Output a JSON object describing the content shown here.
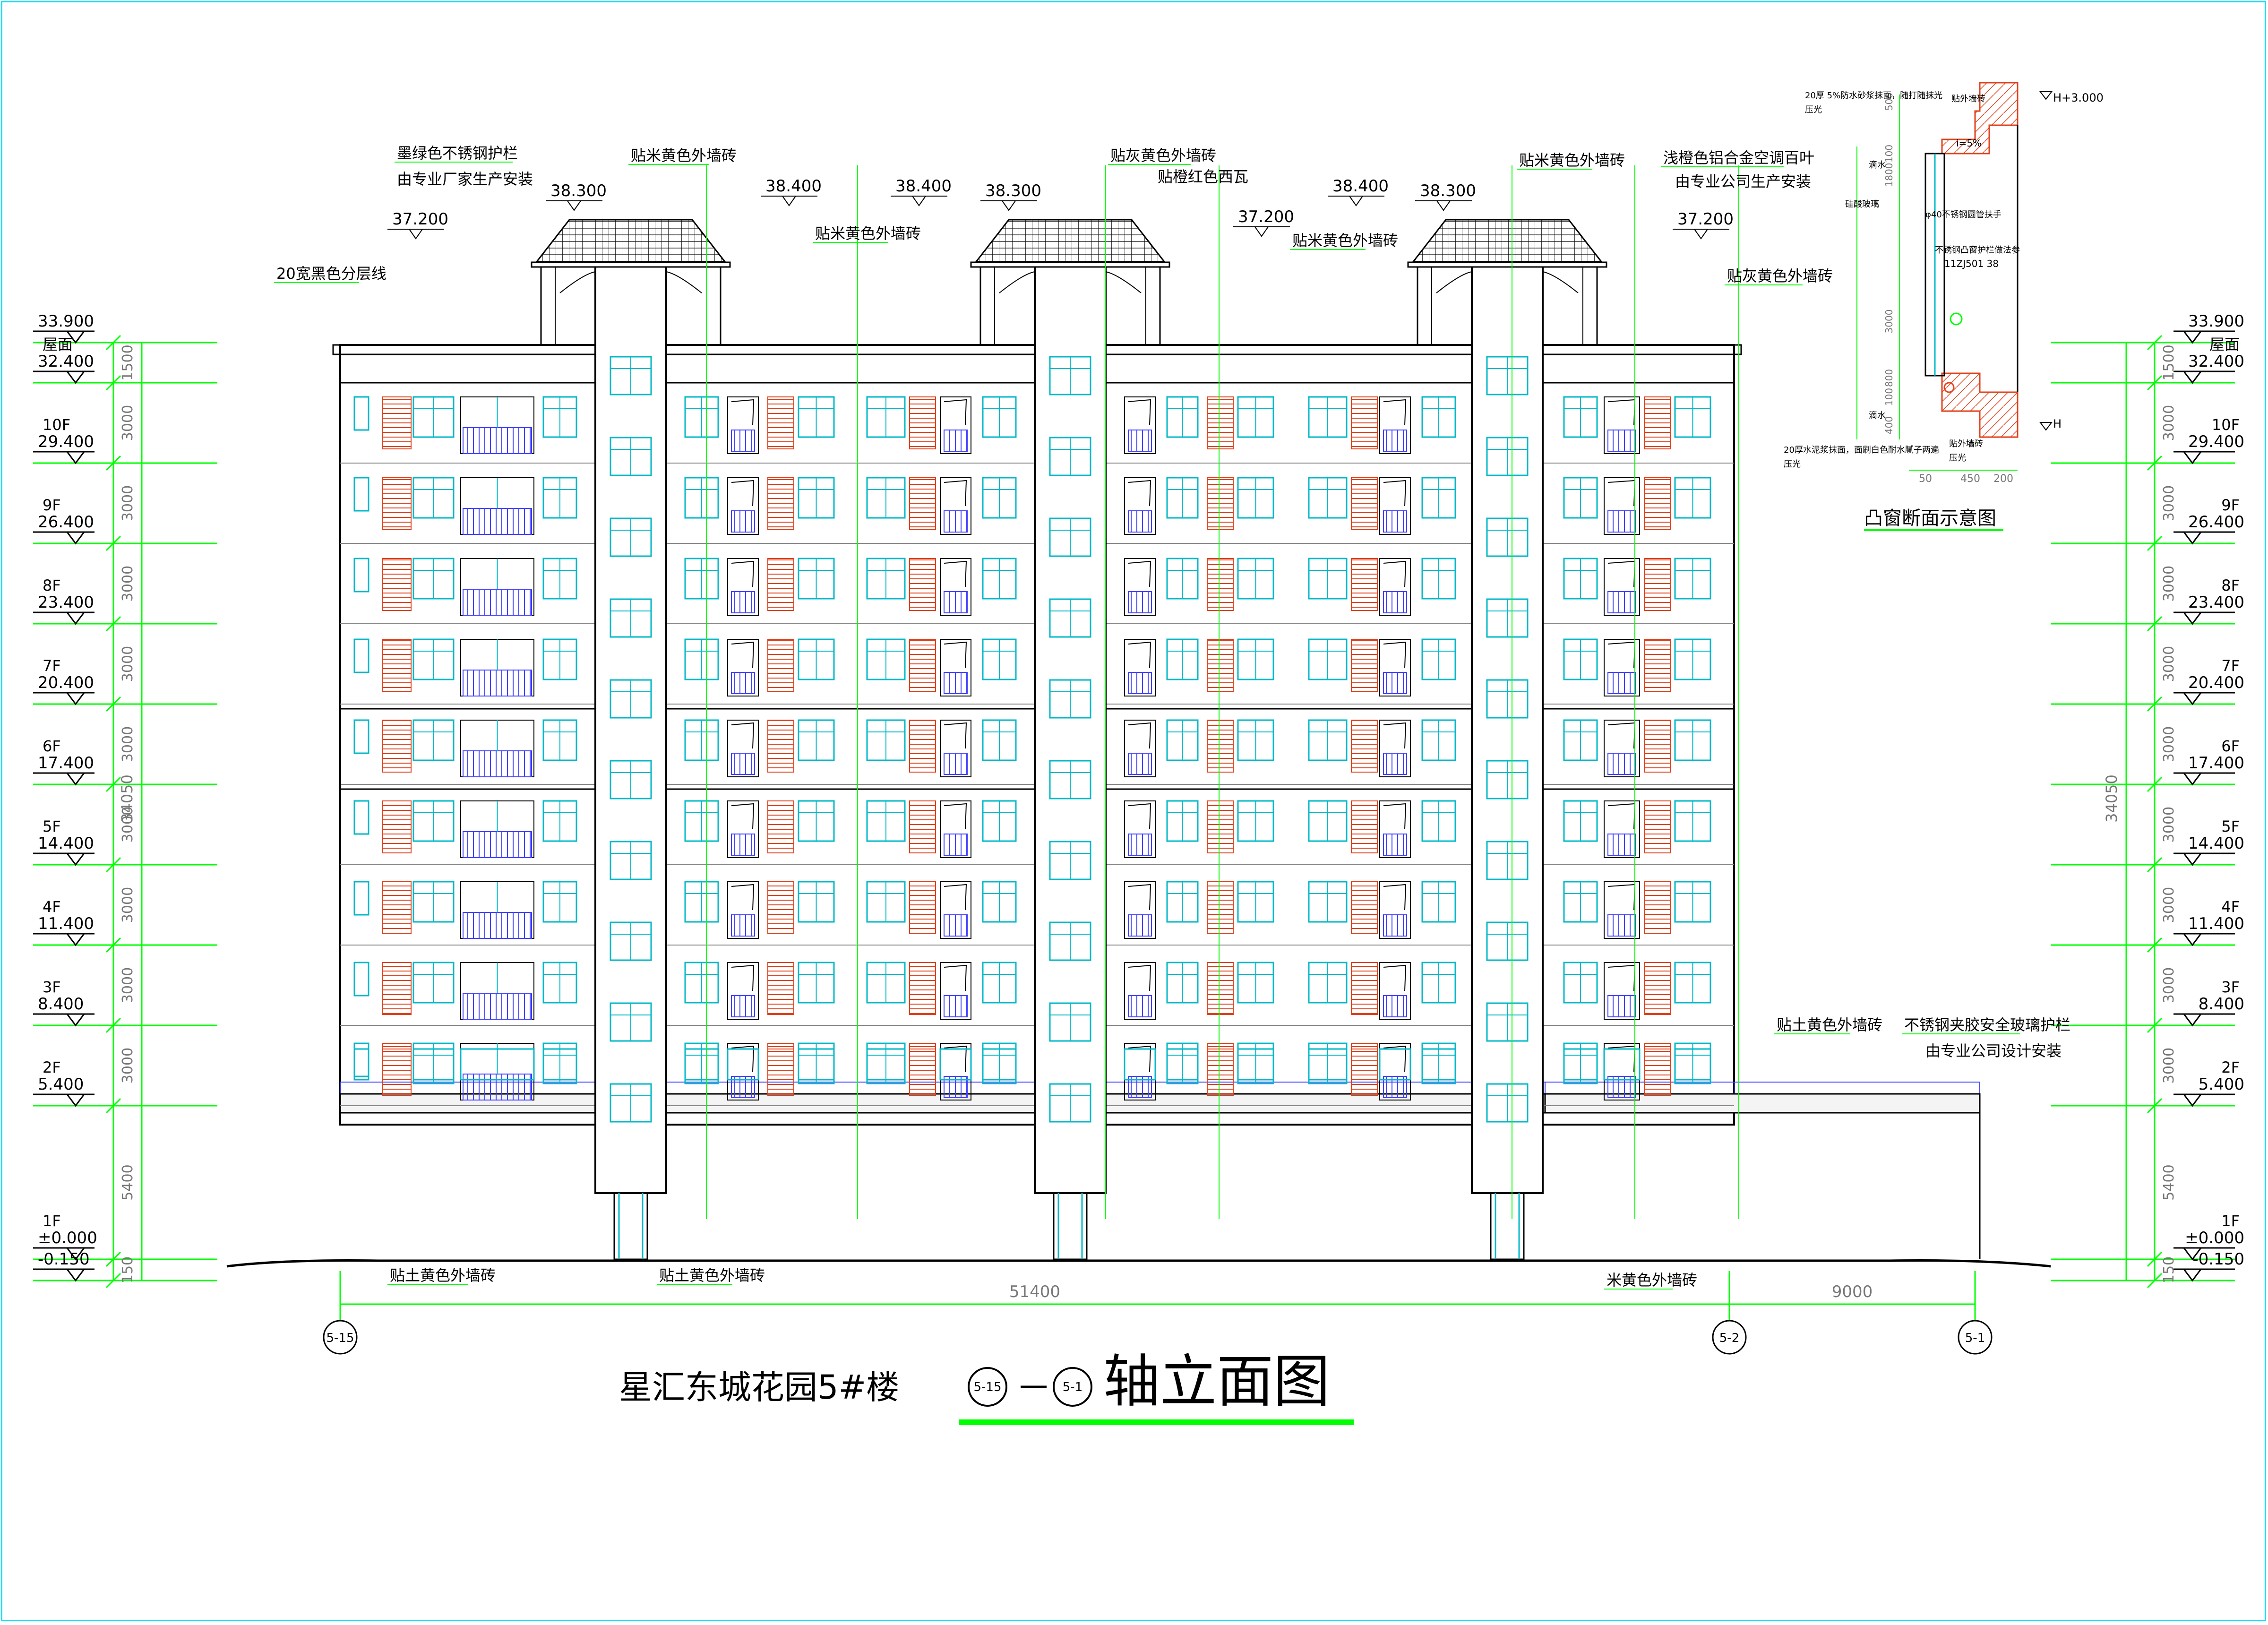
{
  "drawing": {
    "title": "星汇东城花园5#楼",
    "axis_from": "5-15",
    "axis_to": "5-1",
    "title_suffix": "轴立面图",
    "border_color": "#00e5ff",
    "accent_green": "#00ff00",
    "line_color": "#000000",
    "tile_red": "#e0401a",
    "window_cyan": "#00b8c8"
  },
  "levels_left": [
    {
      "floor": "",
      "elev": "33.900"
    },
    {
      "floor": "屋面",
      "elev": "32.400"
    },
    {
      "floor": "10F",
      "elev": "29.400"
    },
    {
      "floor": "9F",
      "elev": "26.400"
    },
    {
      "floor": "8F",
      "elev": "23.400"
    },
    {
      "floor": "7F",
      "elev": "20.400"
    },
    {
      "floor": "6F",
      "elev": "17.400"
    },
    {
      "floor": "5F",
      "elev": "14.400"
    },
    {
      "floor": "4F",
      "elev": "11.400"
    },
    {
      "floor": "3F",
      "elev": "8.400"
    },
    {
      "floor": "2F",
      "elev": "5.400"
    },
    {
      "floor": "1F",
      "elev": "±0.000"
    },
    {
      "floor": "",
      "elev": "-0.150"
    }
  ],
  "level_dims": [
    "1500",
    "3000",
    "3000",
    "3000",
    "3000",
    "3000",
    "3000",
    "3000",
    "3000",
    "3000",
    "5400",
    "150"
  ],
  "total_height_dim": "34050",
  "roof_elevations": {
    "left": [
      "37.200",
      "38.300",
      "38.400"
    ],
    "mid": [
      "38.400",
      "38.300",
      "37.200"
    ],
    "right": [
      "38.400",
      "38.300",
      "37.200"
    ]
  },
  "annotations": {
    "railing_1": "墨绿色不锈钢护栏",
    "railing_2": "由专业厂家生产安装",
    "rice_tile_a": "贴米黄色外墙砖",
    "grey_tile_top": "贴灰黄色外墙砖",
    "orange_roof": "贴橙红色西瓦",
    "rice_tile_b": "贴米黄色外墙砖",
    "rice_tile_c": "贴米黄色外墙砖",
    "rice_tile_d": "贴米黄色外墙砖",
    "louver_1": "浅橙色铝合金空调百叶",
    "louver_2": "由专业公司生产安装",
    "divider": "20宽黑色分层线",
    "grey_tile_right": "贴灰黄色外墙砖",
    "earth_tile_right": "贴土黄色外墙砖",
    "glass_rail_1": "不锈钢夹胶安全玻璃护栏",
    "glass_rail_2": "由专业公司设计安装",
    "earth_tile_bottom_a": "贴土黄色外墙砖",
    "earth_tile_bottom_b": "贴土黄色外墙砖",
    "rice_tile_bottom": "米黄色外墙砖"
  },
  "dimensions": {
    "total_width": "51400",
    "right_width": "9000",
    "axis_left": "5-15",
    "axis_mid": "5-2",
    "axis_right": "5-1"
  },
  "detail": {
    "title": "凸窗断面示意图",
    "top_elev": "H+3.000",
    "bottom_elev": "H",
    "note_top": "20厚 5%防水砂浆抹面，随打随抹光",
    "note_top2": "压光",
    "note_wall_top": "贴外墙砖",
    "note_slope": "i=5%",
    "note_drip": "滴水",
    "note_glass": "硅酸玻璃",
    "note_rail": "φ40不锈钢圆管扶手",
    "note_rail2": "不锈钢凸窗护栏做法参",
    "note_ref": "11ZJ501 38",
    "note_drip2": "滴水",
    "note_wall_bottom": "贴外墙砖",
    "note_wall_bottom2": "压光",
    "note_bottom": "20厚水泥浆抹面，面刷白色耐水腻子两遍",
    "note_bottom2": "压光",
    "dims_v": [
      "500",
      "100",
      "1800",
      "3000",
      "800",
      "100",
      "400"
    ],
    "dims_h": [
      "50",
      "450",
      "200"
    ]
  }
}
